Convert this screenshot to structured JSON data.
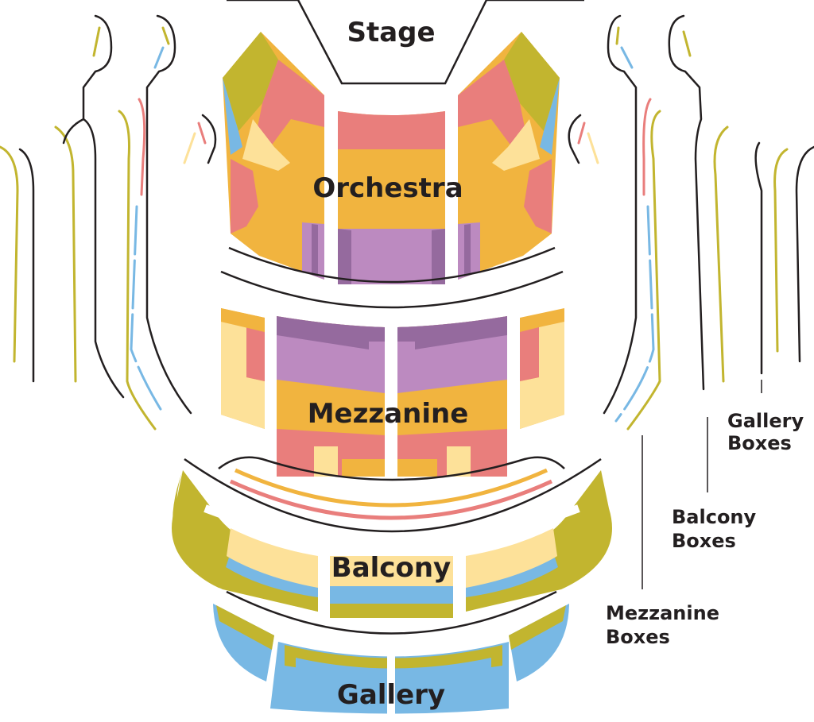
{
  "sections": {
    "stage": "Stage",
    "orchestra": "Orchestra",
    "mezzanine": "Mezzanine",
    "balcony": "Balcony",
    "gallery": "Gallery"
  },
  "boxes": {
    "gallery": {
      "line1": "Gallery",
      "line2": "Boxes"
    },
    "balcony": {
      "line1": "Balcony",
      "line2": "Boxes"
    },
    "mezzanine": {
      "line1": "Mezzanine",
      "line2": "Boxes"
    }
  },
  "price_colors": {
    "olive": "#c2b52f",
    "salmon": "#e97e7c",
    "orange": "#f1b43f",
    "pale_yellow": "#fde199",
    "light_blue": "#78b8e4",
    "lavender": "#bc8ac0",
    "dark_purple": "#956a9e",
    "outline": "#231f20"
  }
}
